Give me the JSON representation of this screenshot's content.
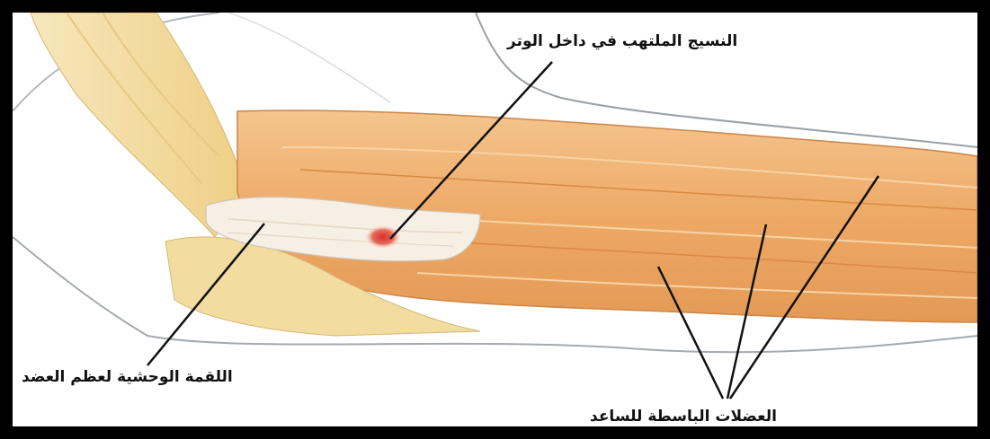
{
  "labels": {
    "inflamed_tissue": "النسيج الملتهب في داخل الوتر",
    "lateral_epicondyle": "اللقمة الوحشية لعظم العضد",
    "forearm_extensors": "العضلات الباسطة للساعد"
  },
  "colors": {
    "frame": "#000000",
    "muscle": "#f0b070",
    "muscle_dark": "#d98a45",
    "tendon": "#f6efe4",
    "bone": "#f3dca0",
    "skin_outline": "#a0a6ad",
    "inflammation": "#d9433a"
  }
}
